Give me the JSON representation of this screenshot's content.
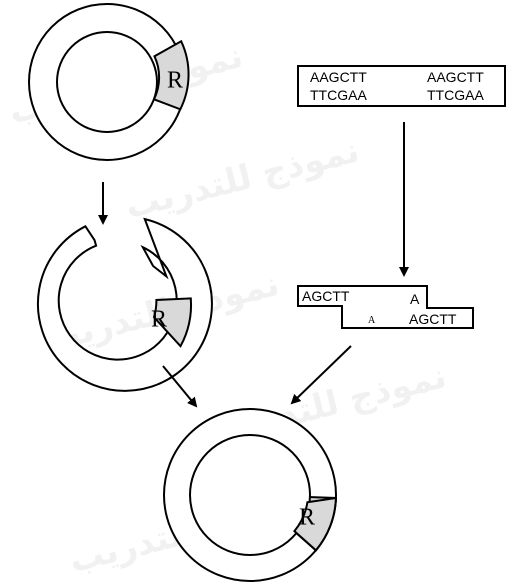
{
  "plasmids": {
    "original_label": "R",
    "cut_label": "R",
    "recombinant_label": "R"
  },
  "dna_fragment": {
    "top_left": "AAGCTT",
    "top_right": "AAGCTT",
    "bottom_left": "TTCGAA",
    "bottom_right": "TTCGAA"
  },
  "sticky_fragment": {
    "top": "AGCTT",
    "top_end": "A",
    "bottom_start": "A",
    "bottom": "AGCTT"
  },
  "watermark": {
    "line1": "نموذج للتدريب",
    "line2": "نموذج للتدريب"
  },
  "colors": {
    "ring_fill": "#ffffff",
    "gene_fill": "#d9d9d9",
    "stroke": "#000000"
  }
}
